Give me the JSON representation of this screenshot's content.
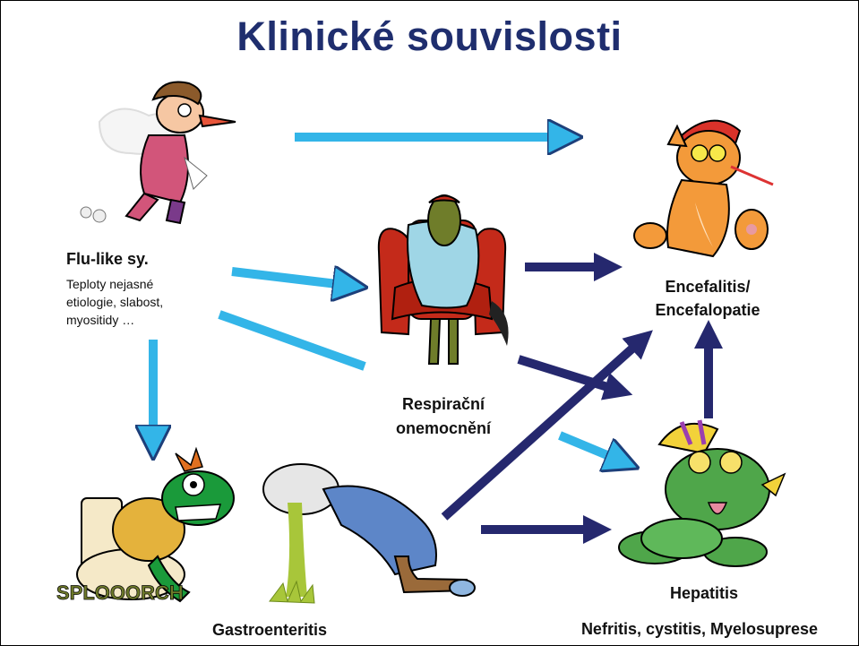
{
  "title": "Klinické souvislosti",
  "nodes": {
    "flu": {
      "label": "Flu-like sy.",
      "desc_lines": [
        "Teploty nejasné",
        "etiologie, slabost,",
        "myositidy …"
      ]
    },
    "resp": {
      "label_lines": [
        "Respirační",
        "onemocnění"
      ]
    },
    "ence": {
      "label_lines": [
        "Encefalitis/",
        "Encefalopatie"
      ]
    },
    "hep": {
      "label": "Hepatitis"
    },
    "gastro": {
      "label": "Gastroenteritis"
    },
    "footer": {
      "label": "Nefritis, cystitis, Myelosuprese"
    }
  },
  "decor": {
    "splash_text": "SPLOOORCH"
  },
  "colors": {
    "title": "#1f2e6e",
    "arrow_light": "#33b5e8",
    "arrow_dark": "#25286e"
  },
  "edges": [
    {
      "from": "flu",
      "to": "ence",
      "style": "light"
    },
    {
      "from": "flu",
      "to": "resp",
      "style": "light"
    },
    {
      "from": "flu",
      "to": "hep",
      "style": "light"
    },
    {
      "from": "flu",
      "to": "gastro",
      "style": "light"
    },
    {
      "from": "resp",
      "to": "ence",
      "style": "dark"
    },
    {
      "from": "resp",
      "to": "hep",
      "style": "dark"
    },
    {
      "from": "gastro",
      "to": "ence",
      "style": "dark"
    },
    {
      "from": "gastro",
      "to": "hep",
      "style": "dark"
    },
    {
      "from": "hep",
      "to": "ence",
      "style": "dark"
    }
  ]
}
